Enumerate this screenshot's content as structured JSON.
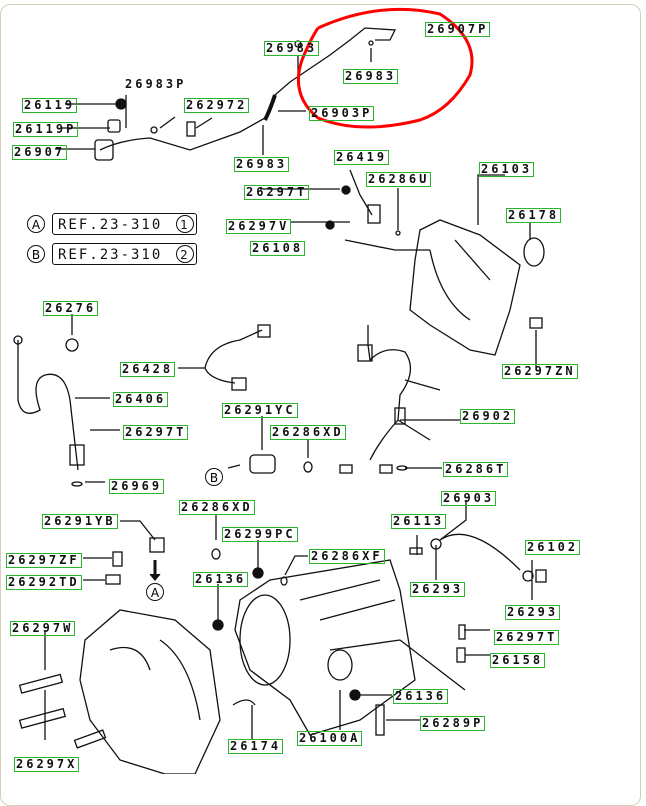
{
  "labels": [
    "26907P",
    "26983",
    "26983",
    "26983P",
    "26119",
    "262972",
    "26903P",
    "26119P",
    "26907",
    "26983",
    "26419",
    "26286U",
    "26103",
    "26297T",
    "26178",
    "26297V",
    "26108",
    "26276",
    "26428",
    "26297ZN",
    "26406",
    "26291YC",
    "26902",
    "26297T",
    "26286XD",
    "26286T",
    "26969",
    "26903",
    "26286XD",
    "26291YB",
    "26113",
    "26299PC",
    "26102",
    "26286XF",
    "26297ZF",
    "26292TD",
    "26136",
    "26293",
    "26293",
    "26297W",
    "26297T",
    "26158",
    "26136",
    "26174",
    "26100A",
    "26289P",
    "26297X"
  ],
  "refs": [
    {
      "marker": "A",
      "text": "REF.23-310",
      "num": "1"
    },
    {
      "marker": "B",
      "text": "REF.23-310",
      "num": "2"
    }
  ],
  "markers": {
    "a": "A",
    "b": "B"
  },
  "colors": {
    "label_border": "#2db52d",
    "annotation": "#ff0000"
  }
}
